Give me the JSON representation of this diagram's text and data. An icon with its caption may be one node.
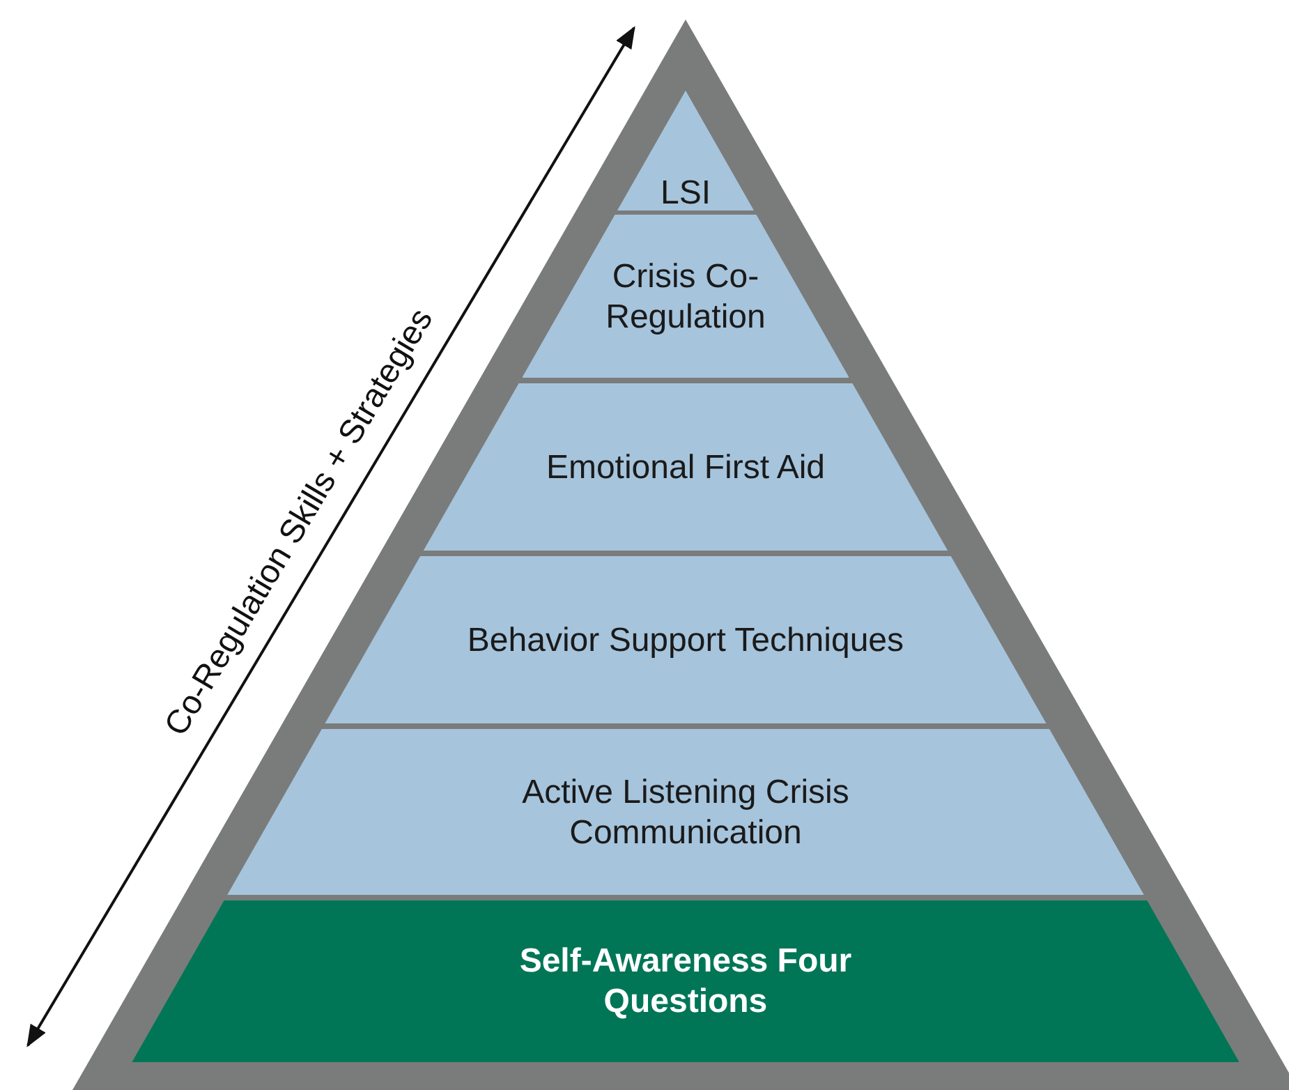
{
  "diagram": {
    "nodes": [
      {
        "text": [
          "LSI"
        ]
      },
      {
        "text": [
          "Crisis Co-Regulation"
        ]
      },
      {
        "text": [
          "Emotional First Aid"
        ]
      },
      {
        "text": [
          "Behavior Support Techniques"
        ]
      },
      {
        "text": [
          "Active Listening Crisis Communication"
        ]
      },
      {
        "text": [
          "Self-Awareness Four Questions"
        ]
      }
    ],
    "labels": [
      "Co-Regulation Skills + Strategies"
    ]
  }
}
